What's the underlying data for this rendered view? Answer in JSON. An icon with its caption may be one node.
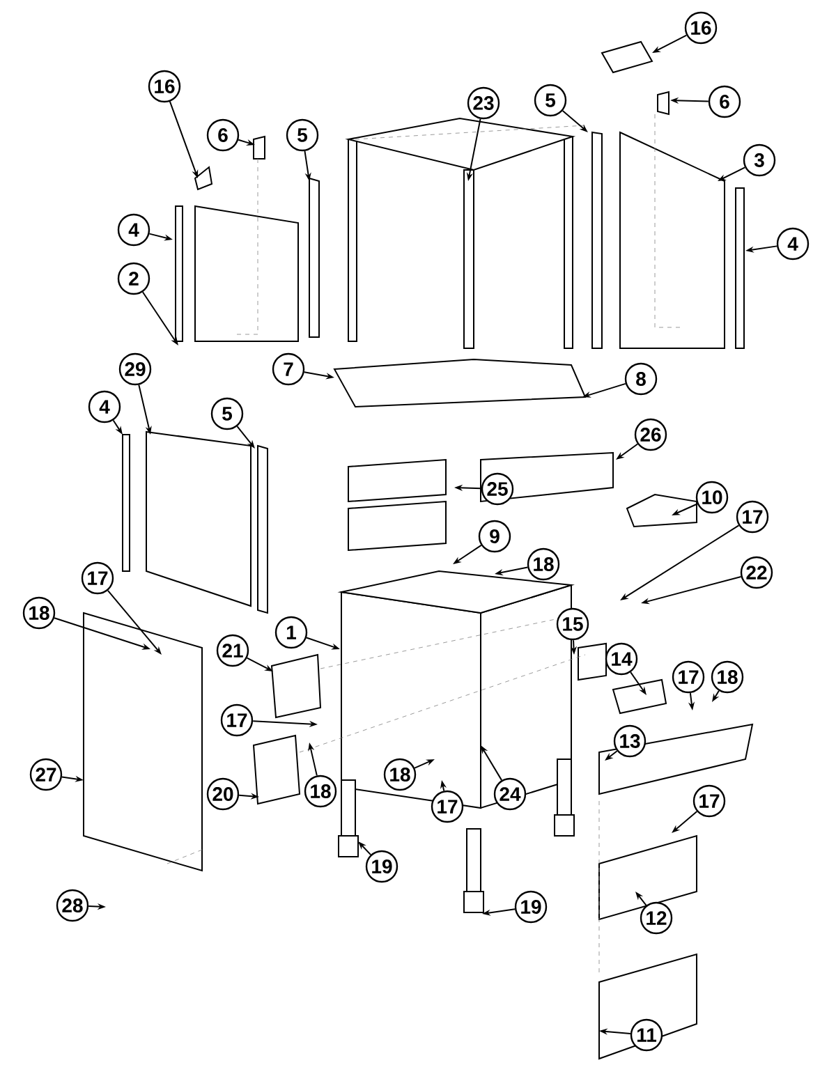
{
  "diagram": {
    "nodes": [
      {
        "text": [
          "16"
        ]
      },
      {
        "text": [
          "6"
        ]
      },
      {
        "text": [
          "5"
        ]
      },
      {
        "text": [
          "4"
        ]
      },
      {
        "text": [
          "2"
        ]
      },
      {
        "text": [
          "23"
        ]
      },
      {
        "text": [
          "5"
        ]
      },
      {
        "text": [
          "16"
        ]
      },
      {
        "text": [
          "6"
        ]
      },
      {
        "text": [
          "3"
        ]
      },
      {
        "text": [
          "4"
        ]
      },
      {
        "text": [
          "7"
        ]
      },
      {
        "text": [
          "8"
        ]
      },
      {
        "text": [
          "29"
        ]
      },
      {
        "text": [
          "4"
        ]
      },
      {
        "text": [
          "5"
        ]
      },
      {
        "text": [
          "26"
        ]
      },
      {
        "text": [
          "25"
        ]
      },
      {
        "text": [
          "10"
        ]
      },
      {
        "text": [
          "17"
        ]
      },
      {
        "text": [
          "9"
        ]
      },
      {
        "text": [
          "18"
        ]
      },
      {
        "text": [
          "22"
        ]
      },
      {
        "text": [
          "1"
        ]
      },
      {
        "text": [
          "15"
        ]
      },
      {
        "text": [
          "17"
        ]
      },
      {
        "text": [
          "18"
        ]
      },
      {
        "text": [
          "21"
        ]
      },
      {
        "text": [
          "14"
        ]
      },
      {
        "text": [
          "17"
        ]
      },
      {
        "text": [
          "18"
        ]
      },
      {
        "text": [
          "27"
        ]
      },
      {
        "text": [
          "17"
        ]
      },
      {
        "text": [
          "13"
        ]
      },
      {
        "text": [
          "20"
        ]
      },
      {
        "text": [
          "24"
        ]
      },
      {
        "text": [
          "18"
        ]
      },
      {
        "text": [
          "18"
        ]
      },
      {
        "text": [
          "17"
        ]
      },
      {
        "text": [
          "19"
        ]
      },
      {
        "text": [
          "28"
        ]
      },
      {
        "text": [
          "17"
        ]
      },
      {
        "text": [
          "19"
        ]
      },
      {
        "text": [
          "12"
        ]
      },
      {
        "text": [
          "11"
        ]
      }
    ],
    "edges": [
      {
        "from": 0,
        "to": null,
        "arrow": "to"
      },
      {
        "from": 1,
        "to": null,
        "arrow": "to"
      },
      {
        "from": 2,
        "to": null,
        "arrow": "to"
      },
      {
        "from": 3,
        "to": null,
        "arrow": "to"
      },
      {
        "from": 4,
        "to": null,
        "arrow": "to"
      },
      {
        "from": 5,
        "to": null,
        "arrow": "to"
      },
      {
        "from": 6,
        "to": null,
        "arrow": "to"
      },
      {
        "from": 7,
        "to": null,
        "arrow": "to"
      },
      {
        "from": 8,
        "to": null,
        "arrow": "to"
      },
      {
        "from": 9,
        "to": null,
        "arrow": "to"
      },
      {
        "from": 10,
        "to": null,
        "arrow": "to"
      },
      {
        "from": 11,
        "to": null,
        "arrow": "to"
      },
      {
        "from": 12,
        "to": null,
        "arrow": "to"
      },
      {
        "from": 13,
        "to": null,
        "arrow": "to"
      },
      {
        "from": 14,
        "to": null,
        "arrow": "to"
      },
      {
        "from": 15,
        "to": null,
        "arrow": "to"
      },
      {
        "from": 16,
        "to": null,
        "arrow": "to"
      },
      {
        "from": 17,
        "to": null,
        "arrow": "to"
      },
      {
        "from": 18,
        "to": null,
        "arrow": "to"
      },
      {
        "from": 19,
        "to": null,
        "arrow": "to"
      },
      {
        "from": 20,
        "to": null,
        "arrow": "to"
      },
      {
        "from": 21,
        "to": null,
        "arrow": "to"
      },
      {
        "from": 22,
        "to": null,
        "arrow": "to"
      },
      {
        "from": 23,
        "to": null,
        "arrow": "to"
      },
      {
        "from": 24,
        "to": null,
        "arrow": "to"
      },
      {
        "from": 25,
        "to": null,
        "arrow": "to"
      },
      {
        "from": 26,
        "to": null,
        "arrow": "to"
      },
      {
        "from": 27,
        "to": null,
        "arrow": "to"
      },
      {
        "from": 28,
        "to": null,
        "arrow": "to"
      },
      {
        "from": 29,
        "to": null,
        "arrow": "to"
      },
      {
        "from": 30,
        "to": null,
        "arrow": "to"
      },
      {
        "from": 31,
        "to": null,
        "arrow": "to"
      },
      {
        "from": 32,
        "to": null,
        "arrow": "to"
      },
      {
        "from": 33,
        "to": null,
        "arrow": "to"
      },
      {
        "from": 34,
        "to": null,
        "arrow": "to"
      },
      {
        "from": 35,
        "to": null,
        "arrow": "to"
      },
      {
        "from": 36,
        "to": null,
        "arrow": "to"
      },
      {
        "from": 37,
        "to": null,
        "arrow": "to"
      },
      {
        "from": 38,
        "to": null,
        "arrow": "to"
      },
      {
        "from": 39,
        "to": null,
        "arrow": "to"
      },
      {
        "from": 40,
        "to": null,
        "arrow": "to"
      },
      {
        "from": 41,
        "to": null,
        "arrow": "to"
      },
      {
        "from": 42,
        "to": null,
        "arrow": "to"
      },
      {
        "from": 43,
        "to": null,
        "arrow": "to"
      },
      {
        "from": 44,
        "to": null,
        "arrow": "to"
      }
    ]
  }
}
